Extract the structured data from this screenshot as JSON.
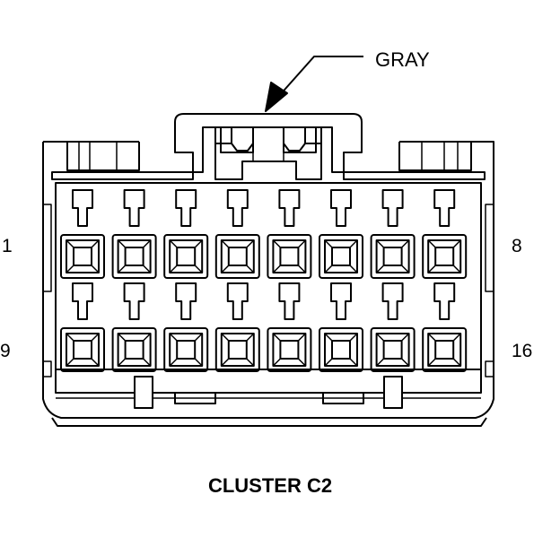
{
  "connector": {
    "wire_color_label": "GRAY",
    "caption": "CLUSTER C2",
    "pins_per_row": 8,
    "pin_labels": {
      "top_left": "1",
      "top_right": "8",
      "bottom_left": "9",
      "bottom_right": "16"
    }
  }
}
